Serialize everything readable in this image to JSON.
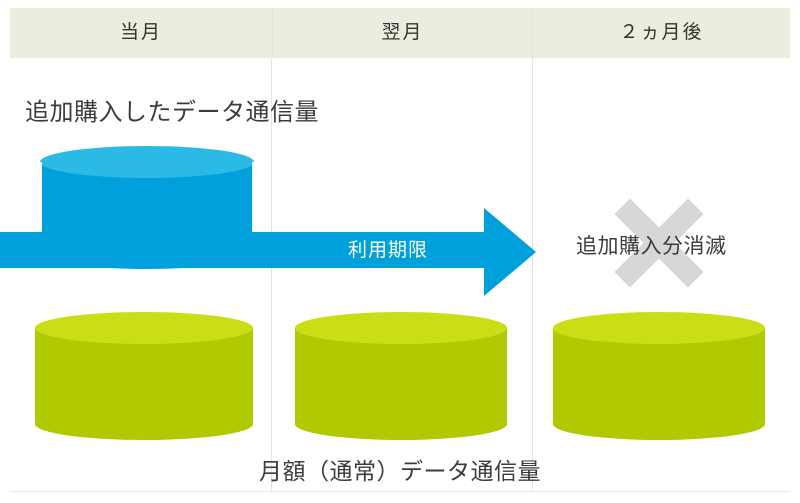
{
  "diagram": {
    "title_alt": "データ通信量の利用期限イメージ",
    "columns": [
      {
        "id": "current-month",
        "label": "当月"
      },
      {
        "id": "next-month",
        "label": "翌月"
      },
      {
        "id": "two-months-later",
        "label": "２ヵ月後"
      }
    ],
    "labels": {
      "added_data": "追加購入したデータ通信量",
      "arrow": "利用期限",
      "expire": "追加購入分消滅",
      "monthly_data": "月額（通常）データ通信量"
    },
    "icons": {
      "x_mark": "x-mark-icon",
      "arrow": "right-arrow-icon"
    },
    "colors": {
      "header_bg": "#ecedde",
      "divider": "#e4e4e4",
      "blue_body": "#00a0dc",
      "blue_top": "#2bb9e5",
      "green_body": "#b1c900",
      "green_top": "#cade15",
      "x_mark": "#d7d7d7",
      "text": "#3c3c3c",
      "arrow_label": "#ffffff"
    }
  }
}
